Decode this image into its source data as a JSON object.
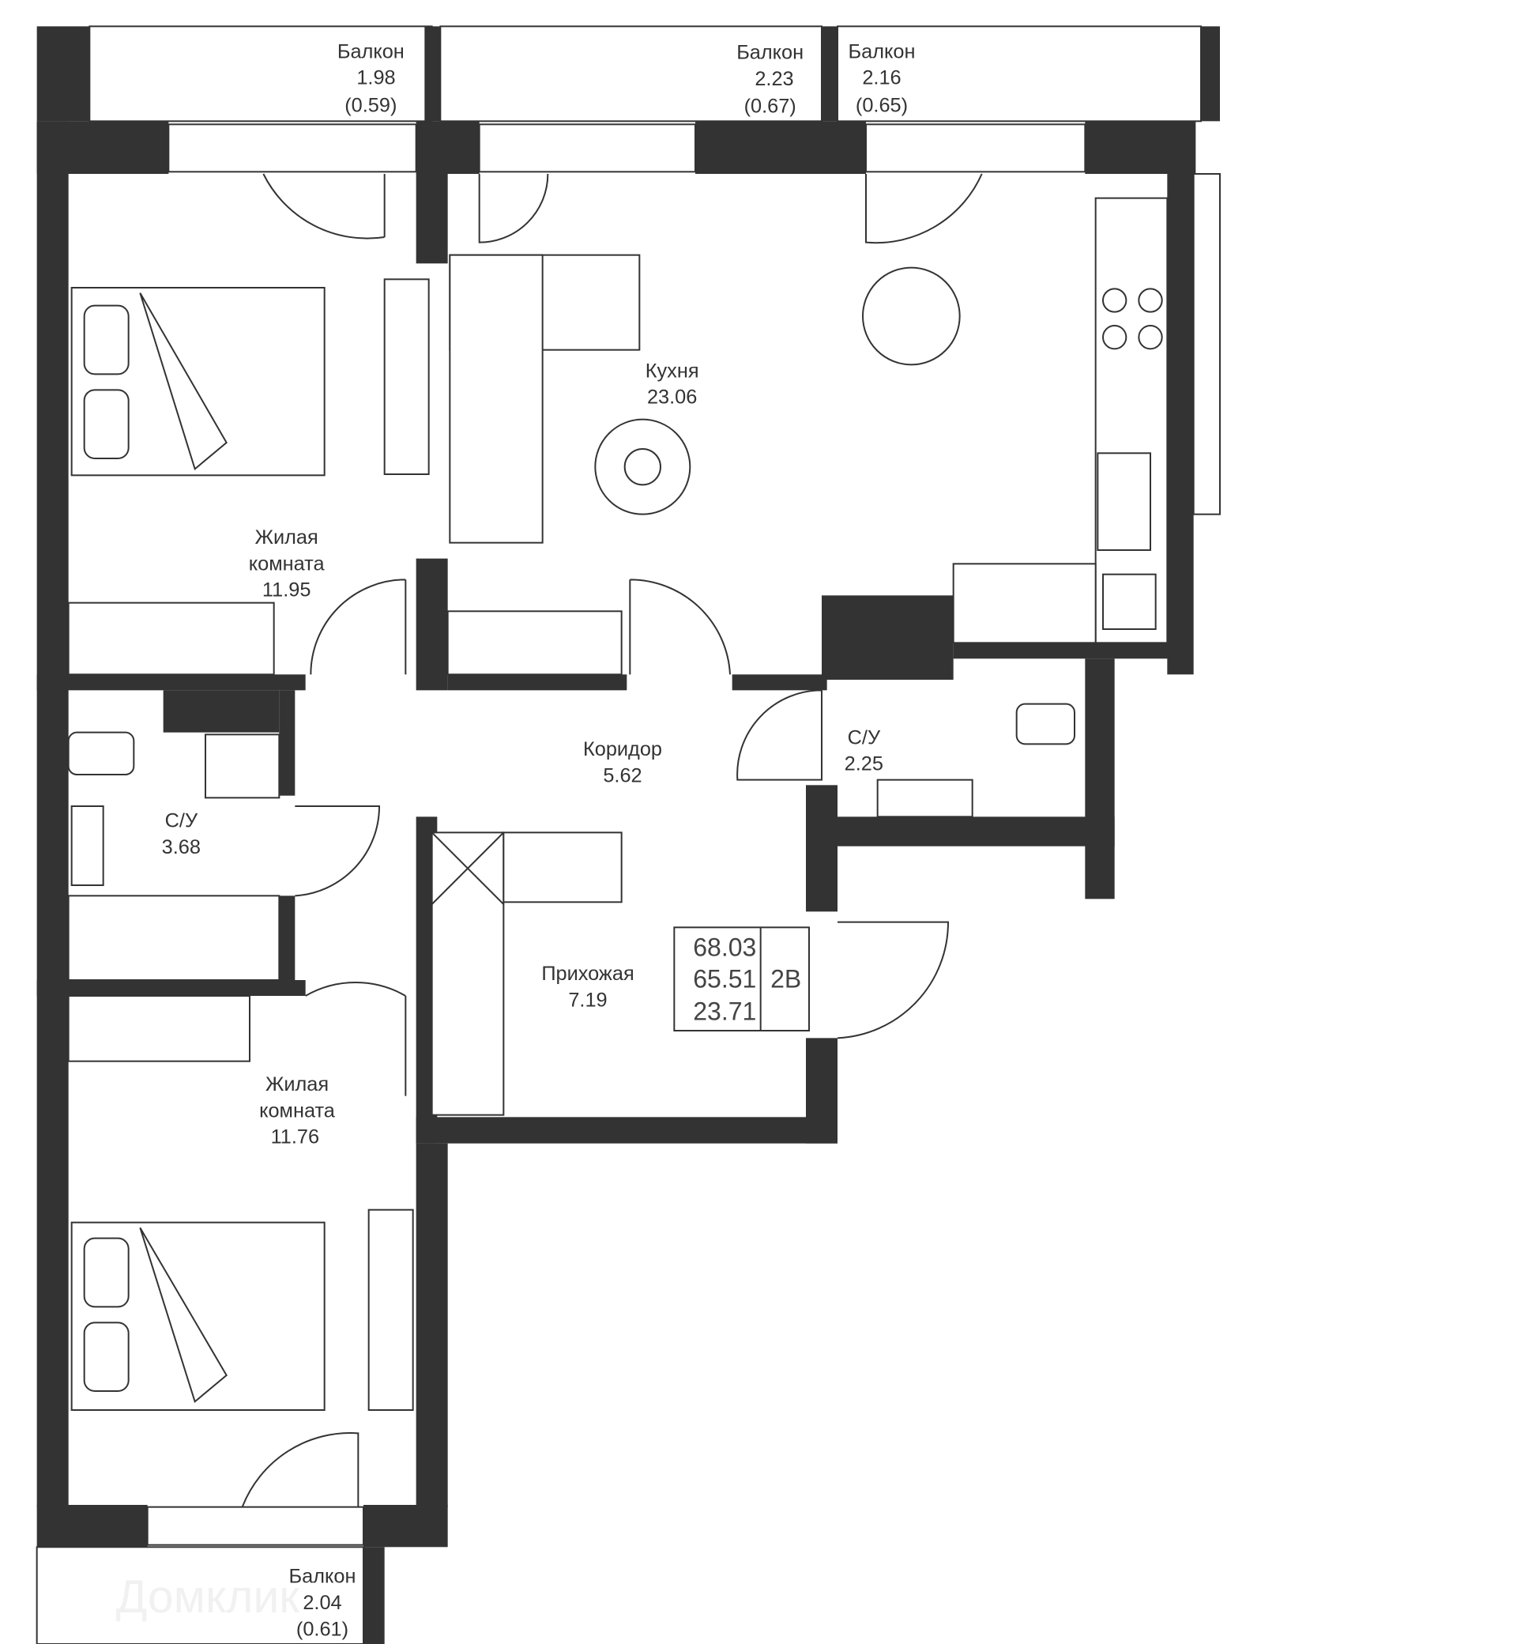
{
  "rooms": {
    "bedroom1": {
      "name_lines": [
        "Жилая",
        "комната"
      ],
      "area": "11.95"
    },
    "kitchen": {
      "name": "Кухня",
      "area": "23.06"
    },
    "corridor": {
      "name": "Коридор",
      "area": "5.62"
    },
    "bath1": {
      "name": "С/У",
      "area": "3.68"
    },
    "bath2": {
      "name": "С/У",
      "area": "2.25"
    },
    "hall": {
      "name": "Прихожая",
      "area": "7.19"
    },
    "bedroom2": {
      "name_lines": [
        "Жилая",
        "комната"
      ],
      "area": "11.76"
    }
  },
  "balconies": [
    {
      "name": "Балкон",
      "area": "1.98",
      "coef": "(0.59)"
    },
    {
      "name": "Балкон",
      "area": "2.23",
      "coef": "(0.67)"
    },
    {
      "name": "Балкон",
      "area": "2.16",
      "coef": "(0.65)"
    },
    {
      "name": "Балкон",
      "area": "2.04",
      "coef": "(0.61)"
    }
  ],
  "summary": {
    "total": "68.03",
    "living_total": "65.51",
    "living": "23.71",
    "type": "2В"
  },
  "watermark": "Домклик",
  "colors": {
    "wall": "#333333",
    "line": "#333333",
    "background": "#ffffff"
  }
}
